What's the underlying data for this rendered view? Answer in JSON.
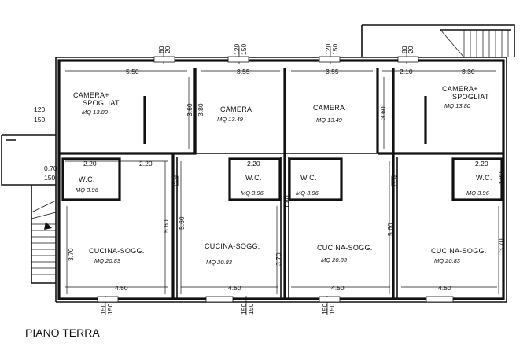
{
  "title": "PIANO TERRA",
  "rooms": {
    "camera_spogliat_left": {
      "name_line1": "CAMERA+",
      "name_line2": "SPOGLIAT",
      "area": "MQ 13.80"
    },
    "camera_2": {
      "name": "CAMERA",
      "area": "MQ 13.49"
    },
    "camera_3": {
      "name": "CAMERA",
      "area": "MQ 13.49"
    },
    "camera_spogliat_right": {
      "name_line1": "CAMERA+",
      "name_line2": "SPOGLIAT",
      "area": "MQ 13.80"
    },
    "wc_1": {
      "name": "W.C.",
      "area": "MQ 3.96"
    },
    "wc_2": {
      "name": "W.C.",
      "area": "MQ 3.96"
    },
    "wc_3": {
      "name": "W.C.",
      "area": "MQ 3.96"
    },
    "wc_4": {
      "name": "W.C.",
      "area": "MQ 3.96"
    },
    "cucina_1": {
      "name": "CUCINA-SOGG.",
      "area": "MQ 20.83"
    },
    "cucina_2": {
      "name": "CUCINA-SOGG.",
      "area": "MQ 20.83"
    },
    "cucina_3": {
      "name": "CUCINA-SOGG.",
      "area": "MQ 20.83"
    },
    "cucina_4": {
      "name": "CUCINA-SOGG.",
      "area": "MQ 20.83"
    }
  },
  "dimensions": {
    "top_550": "5.50",
    "top_355a": "3.55",
    "top_355b": "3.55",
    "top_330": "3.30",
    "top_210": "2.10",
    "v_360a": "3.60",
    "v_380": "3.80",
    "v_360b": "3.60",
    "wc_220a": "2.20",
    "wc_220b": "2.20",
    "wc_220c": "2.20",
    "wc_220d": "2.20",
    "v_560a": "5.60",
    "v_560b": "5.60",
    "v_560c": "5.60",
    "v_370a": "3.70",
    "v_370b": "3.70",
    "v_370c": "3.70",
    "v_180a": "1.80",
    "v_180b": "1.80",
    "bot_450a": "4.50",
    "bot_450b": "4.50",
    "bot_450c": "4.50",
    "bot_450d": "4.50",
    "open_120": "120",
    "open_150": "150",
    "open_070": "0.70",
    "open_150b": "150",
    "open_80": "80",
    "open_20": "20",
    "win_120a": "120",
    "win_150a": "150",
    "win_120b": "120",
    "win_150b": "150",
    "win_080a": "80",
    "win_020a": "20",
    "win_080b": "80",
    "win_020b": "20",
    "bw_150a": "150",
    "bw_150b": "150",
    "bw_150c": "150",
    "bw_150d": "150",
    "bw_150e": "150",
    "bw_150f": "150",
    "side_120": "120",
    "side_150": "150",
    "side_070": "0.70",
    "side_150b": "150"
  }
}
